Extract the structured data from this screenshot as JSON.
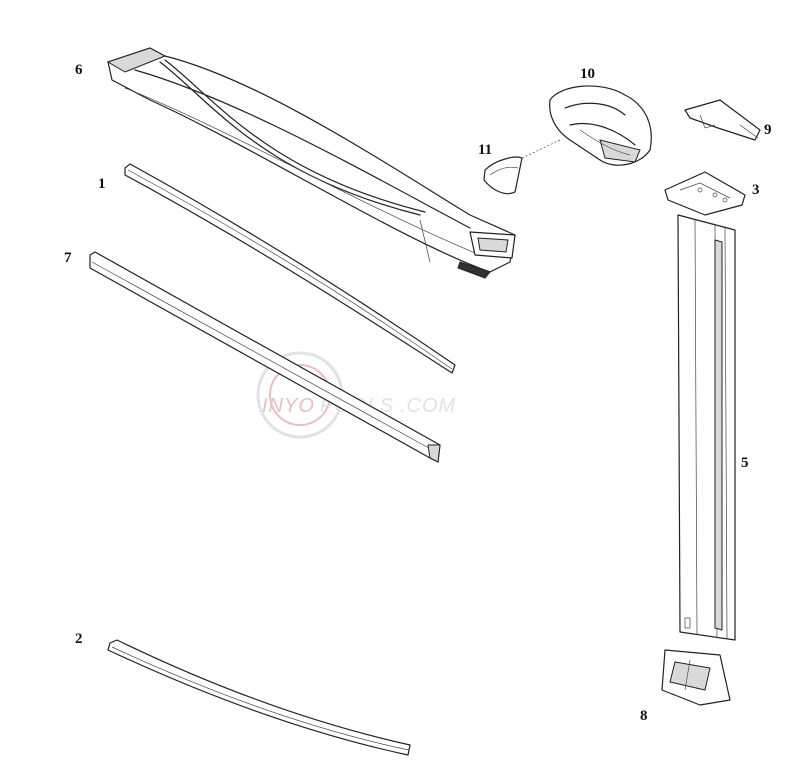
{
  "callouts": {
    "c1": "1",
    "c2": "2",
    "c3": "3",
    "c5": "5",
    "c6": "6",
    "c7": "7",
    "c8": "8",
    "c9": "9",
    "c10": "10",
    "c11": "11"
  },
  "watermark": {
    "text_bold": "INYO",
    "text_rest": "POOLS",
    "text_suffix": ".COM",
    "color": "#c9ccd6",
    "accent_color": "#d98a8a"
  }
}
